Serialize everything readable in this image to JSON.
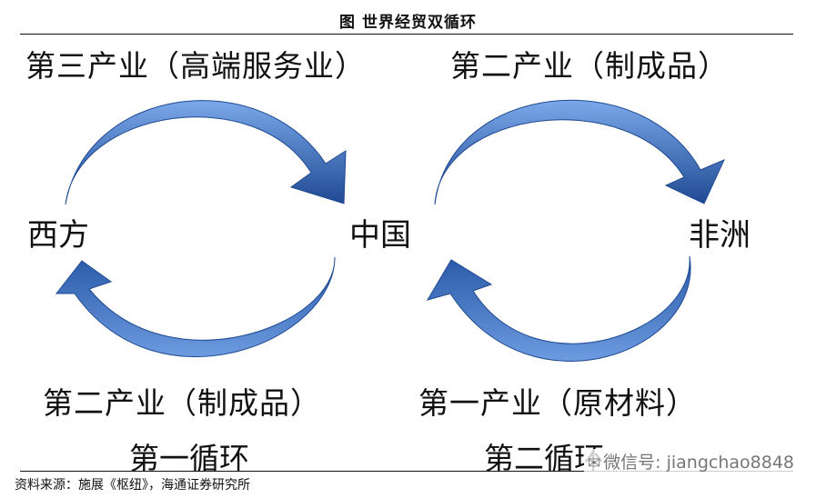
{
  "title": "图  世界经贸双循环",
  "labels": {
    "top_left": "第三产业（高端服务业）",
    "top_right": "第二产业（制成品）",
    "bottom_left": "第二产业（制成品）",
    "bottom_right": "第一产业（原材料）"
  },
  "nodes": {
    "west": "西方",
    "china": "中国",
    "africa": "非洲"
  },
  "loops": {
    "first": "第一循环",
    "second": "第二循环"
  },
  "source": "资料来源：施展《枢纽》，海通证券研究所",
  "watermark": {
    "icon": "wechat-icon",
    "text": "微信号: jiangchao8848"
  },
  "colors": {
    "arrow_light": "#5b8fd8",
    "arrow_dark": "#1f4a93"
  }
}
